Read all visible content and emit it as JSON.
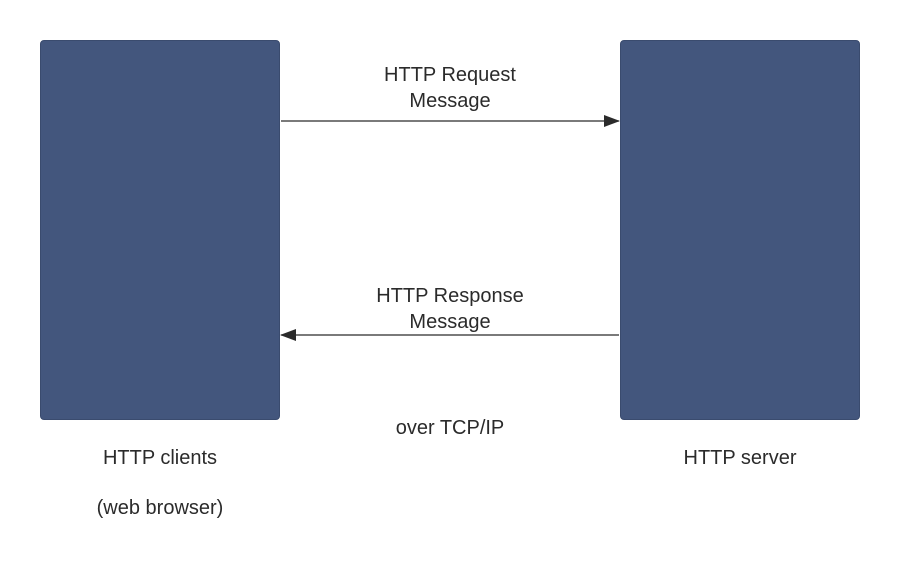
{
  "nodes": {
    "client": {
      "label": "HTTP clients",
      "sublabel": "(web browser)",
      "color": "#43567d"
    },
    "server": {
      "label": "HTTP server",
      "color": "#43567d"
    }
  },
  "edges": {
    "request": {
      "line1": "HTTP Request",
      "line2": "Message",
      "direction": "client-to-server"
    },
    "response": {
      "line1": "HTTP Response",
      "line2": "Message",
      "direction": "server-to-client"
    }
  },
  "transport": {
    "label": "over TCP/IP"
  },
  "colors": {
    "box_fill": "#43567d",
    "line": "#2b2b2b",
    "text": "#2b2b2b",
    "background": "#ffffff"
  }
}
